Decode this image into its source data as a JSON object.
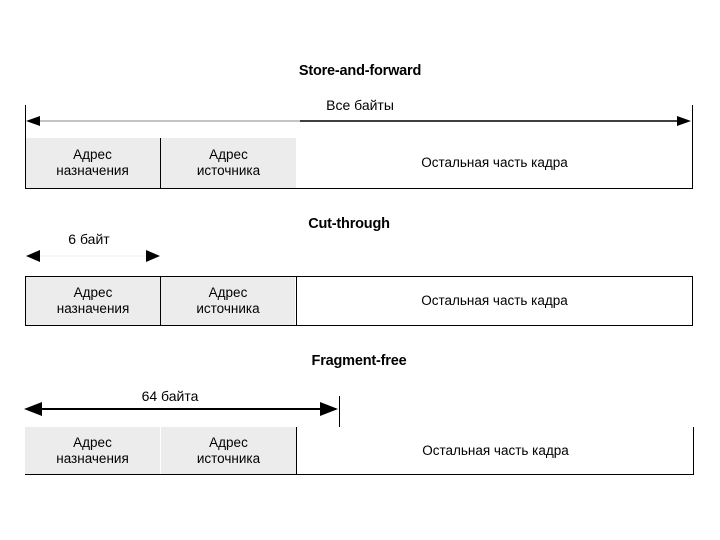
{
  "diagram": {
    "title_implicit": "Ethernet switching forwarding modes",
    "frame_fields": {
      "destination_address": "Адрес\nназначения",
      "source_address": "Адрес\nисточника",
      "rest_of_frame": "Остальная часть кадра"
    },
    "colors": {
      "address_cell_fill": "#ececec",
      "rest_cell_fill": "#ffffff",
      "line": "#000000",
      "thin_line": "#7a7a7a",
      "text": "#000000",
      "background": "#ffffff"
    },
    "sections": [
      {
        "id": "store-and-forward",
        "title": "Store-and-forward",
        "measure_label": "Все байты",
        "measure_span": "entire frame",
        "arrow_style": "double-headed",
        "cells": [
          {
            "id": "dest",
            "label_line1": "Адрес",
            "label_line2": "назначения",
            "fill": "#ececec"
          },
          {
            "id": "src",
            "label_line1": "Адрес",
            "label_line2": "источника",
            "fill": "#ececec"
          },
          {
            "id": "rest",
            "label_line1": "Остальная часть кадра",
            "label_line2": "",
            "fill": "#ffffff"
          }
        ]
      },
      {
        "id": "cut-through",
        "title": "Cut-through",
        "measure_label": "6 байт",
        "measure_span": "destination address only",
        "arrow_style": "double-headed-open",
        "cells": [
          {
            "id": "dest",
            "label_line1": "Адрес",
            "label_line2": "назначения",
            "fill": "#ececec"
          },
          {
            "id": "src",
            "label_line1": "Адрес",
            "label_line2": "источника",
            "fill": "#ececec"
          },
          {
            "id": "rest",
            "label_line1": "Остальная часть кадра",
            "label_line2": "",
            "fill": "#ffffff"
          }
        ]
      },
      {
        "id": "fragment-free",
        "title": "Fragment-free",
        "measure_label": "64 байта",
        "measure_span": "first 64 bytes",
        "arrow_style": "double-headed",
        "cells": [
          {
            "id": "dest",
            "label_line1": "Адрес",
            "label_line2": "назначения",
            "fill": "#ececec"
          },
          {
            "id": "src",
            "label_line1": "Адрес",
            "label_line2": "источника",
            "fill": "#ececec"
          },
          {
            "id": "rest",
            "label_line1": "Остальная часть кадра",
            "label_line2": "",
            "fill": "#ffffff"
          }
        ]
      }
    ]
  }
}
